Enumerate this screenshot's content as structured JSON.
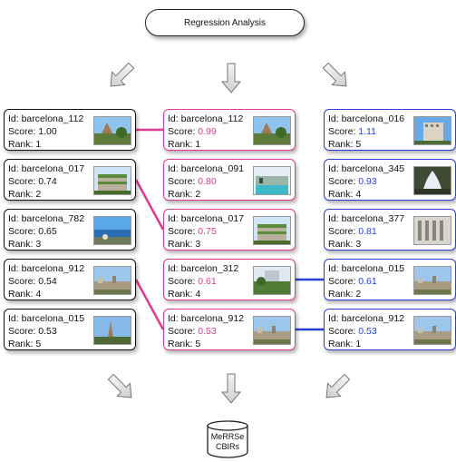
{
  "header": {
    "title": "Regression Analysis"
  },
  "database": {
    "line1": "MeRRSe",
    "line2": "CBIRs"
  },
  "labels": {
    "id": "Id: ",
    "score": "Score: ",
    "rank": "Rank: "
  },
  "columns": {
    "left": [
      {
        "id": "barcelona_112",
        "score": "1.00",
        "rank": "1",
        "thumb": "park"
      },
      {
        "id": "barcelona_017",
        "score": "0.74",
        "rank": "2",
        "thumb": "building-green"
      },
      {
        "id": "barcelona_782",
        "score": "0.65",
        "rank": "3",
        "thumb": "sea"
      },
      {
        "id": "barcelona_912",
        "score": "0.54",
        "rank": "4",
        "thumb": "city"
      },
      {
        "id": "barcelona_015",
        "score": "0.53",
        "rank": "5",
        "thumb": "tower"
      }
    ],
    "middle": [
      {
        "id": "barcelona_112",
        "score": "0.99",
        "rank": "1",
        "thumb": "park"
      },
      {
        "id": "barcelona_091",
        "score": "0.80",
        "rank": "2",
        "thumb": "pool"
      },
      {
        "id": "barcelona_017",
        "score": "0.75",
        "rank": "3",
        "thumb": "building-green"
      },
      {
        "id": "barcelon_312",
        "score": "0.61",
        "rank": "4",
        "thumb": "palms"
      },
      {
        "id": "barcelona_912",
        "score": "0.53",
        "rank": "5",
        "thumb": "city"
      }
    ],
    "right": [
      {
        "id": "barcelona_016",
        "score": "1.11",
        "rank": "5",
        "thumb": "building-blue"
      },
      {
        "id": "barcelona_345",
        "score": "0.93",
        "rank": "4",
        "thumb": "fountain"
      },
      {
        "id": "barcelona_377",
        "score": "0.81",
        "rank": "3",
        "thumb": "facade"
      },
      {
        "id": "barcelona_015",
        "score": "0.61",
        "rank": "2",
        "thumb": "city"
      },
      {
        "id": "barcelona_912",
        "score": "0.53",
        "rank": "1",
        "thumb": "city"
      }
    ]
  },
  "colors": {
    "middle": "#e3388f",
    "right": "#2a3fd6",
    "left": "#111111"
  }
}
